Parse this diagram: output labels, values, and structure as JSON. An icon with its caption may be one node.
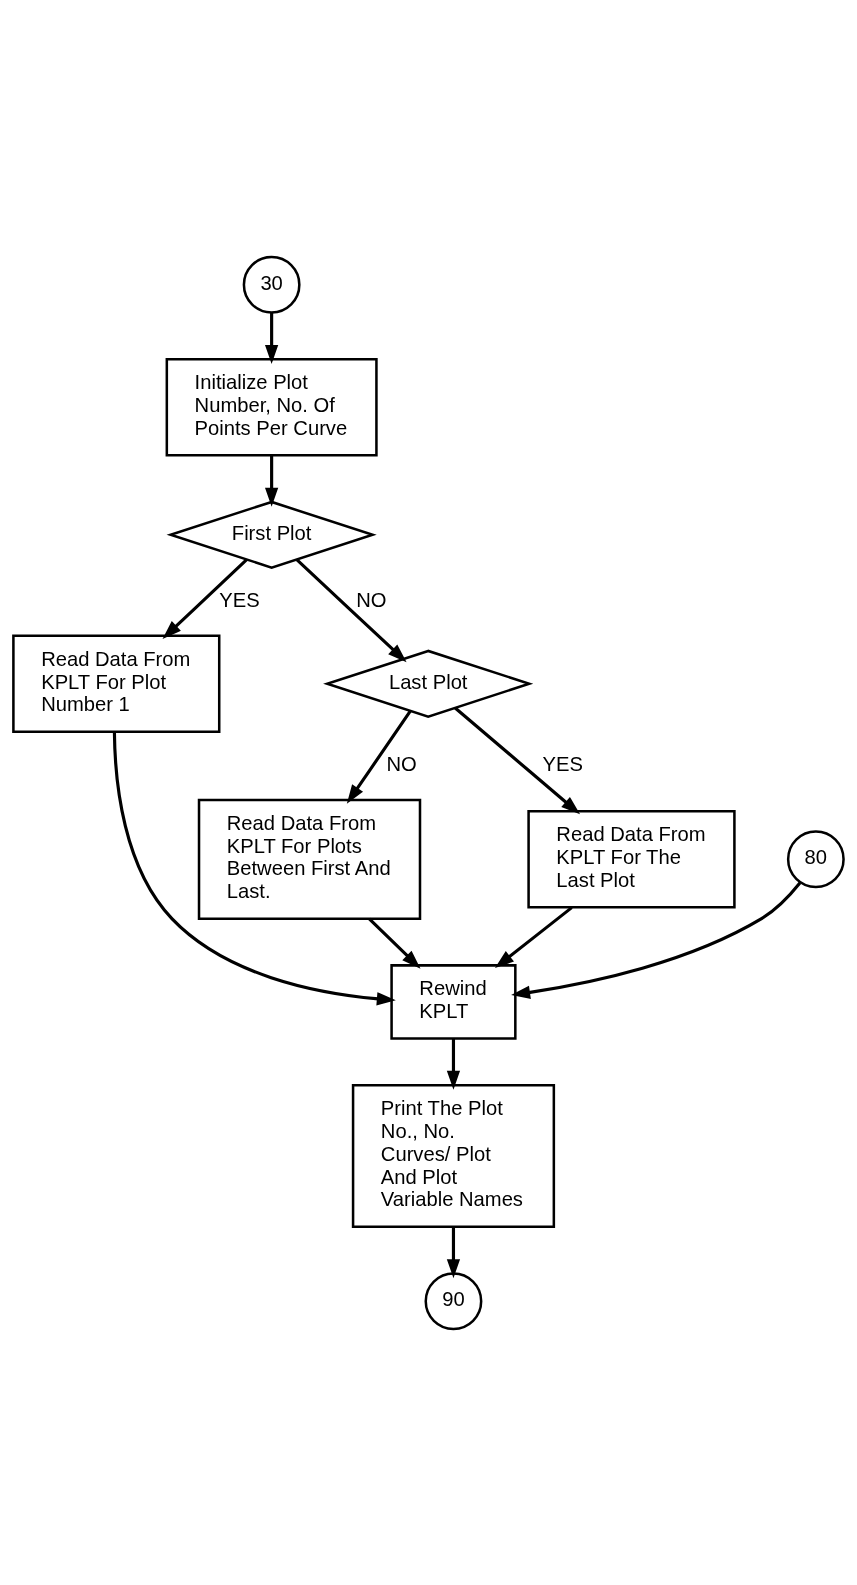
{
  "diagram": {
    "nodes": [
      {
        "text": [
          "30"
        ]
      },
      {
        "text": [
          "Initialize Plot Number, No. Of Points Per Curve"
        ]
      },
      {
        "text": [
          "First Plot"
        ]
      },
      {
        "text": [
          "Read Data From KPLT For Plot Number 1"
        ]
      },
      {
        "text": [
          "Last Plot"
        ]
      },
      {
        "text": [
          "Read Data From KPLT For The Last Plot"
        ]
      },
      {
        "text": [
          "Read Data From KPLT For Plots Between First And Last."
        ]
      },
      {
        "text": [
          "80"
        ]
      },
      {
        "text": [
          "Rewind KPLT"
        ]
      },
      {
        "text": [
          "Print The Plot No., No. Curves/ Plot And Plot Variable Names"
        ]
      },
      {
        "text": [
          "90"
        ]
      }
    ],
    "edges": [
      {
        "from": 0,
        "to": 1,
        "arrow": "to"
      },
      {
        "from": 1,
        "to": 2,
        "arrow": "to"
      },
      {
        "from": 2,
        "to": 3,
        "label": "YES",
        "arrow": "to"
      },
      {
        "from": 2,
        "to": 4,
        "label": "NO",
        "arrow": "to"
      },
      {
        "from": 4,
        "to": 5,
        "label": "YES",
        "arrow": "to"
      },
      {
        "from": 4,
        "to": 6,
        "label": "NO",
        "arrow": "to"
      },
      {
        "from": 6,
        "to": 8,
        "arrow": "to"
      },
      {
        "from": 7,
        "to": 8,
        "arrow": "to"
      },
      {
        "from": 3,
        "to": 8,
        "arrow": "to"
      },
      {
        "from": 5,
        "to": 8,
        "arrow": "to"
      },
      {
        "from": 8,
        "to": 9,
        "arrow": "to"
      },
      {
        "from": 9,
        "to": 10,
        "arrow": "to"
      }
    ]
  }
}
